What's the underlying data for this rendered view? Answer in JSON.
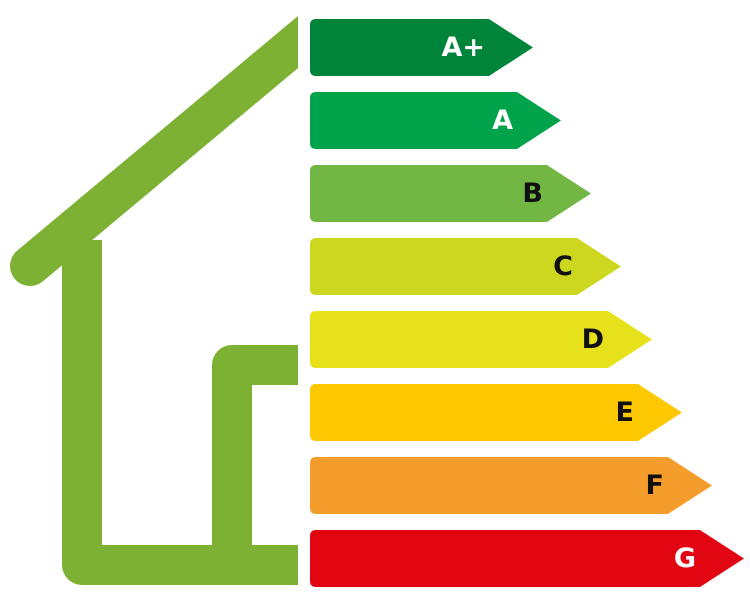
{
  "house": {
    "color": "#7db133"
  },
  "ratings": [
    {
      "label": "A+",
      "color": "#00843a",
      "text_color": "#ffffff",
      "length_rank": 1
    },
    {
      "label": "A",
      "color": "#00a34a",
      "text_color": "#ffffff",
      "length_rank": 2
    },
    {
      "label": "B",
      "color": "#72b744",
      "text_color": "#111111",
      "length_rank": 3
    },
    {
      "label": "C",
      "color": "#cdd71f",
      "text_color": "#111111",
      "length_rank": 4
    },
    {
      "label": "D",
      "color": "#e6e11a",
      "text_color": "#111111",
      "length_rank": 5
    },
    {
      "label": "E",
      "color": "#fdc800",
      "text_color": "#111111",
      "length_rank": 6
    },
    {
      "label": "F",
      "color": "#f49d2d",
      "text_color": "#111111",
      "length_rank": 7
    },
    {
      "label": "G",
      "color": "#e20613",
      "text_color": "#ffffff",
      "length_rank": 8
    }
  ]
}
